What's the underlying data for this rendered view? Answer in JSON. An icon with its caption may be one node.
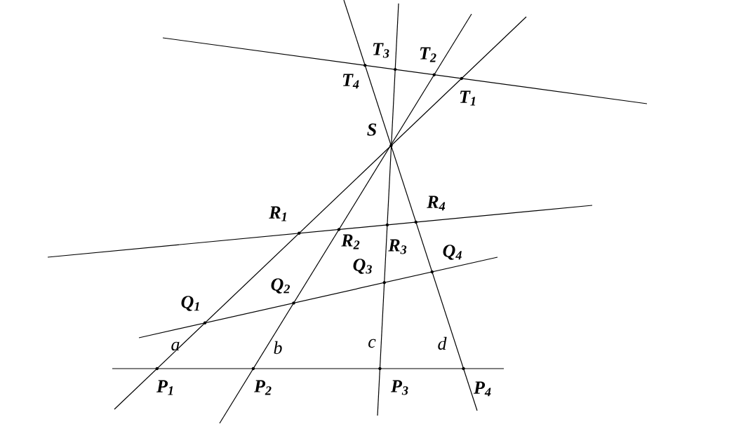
{
  "diagram": {
    "labels": [
      "T$_{3}$",
      "T$_{2}$",
      "T$_{4}$",
      "T$_{1}$",
      "S",
      "R$_{1}$",
      "R$_{4}$",
      "R$_{2}$",
      "R$_{3}$",
      "Q$_{3}$",
      "Q$_{4}$",
      "Q$_{1}$",
      "Q$_{2}$",
      "a",
      "b",
      "c",
      "d",
      "P$_{1}$",
      "P$_{2}$",
      "P$_{3}$",
      "P$_{4}$"
    ]
  }
}
